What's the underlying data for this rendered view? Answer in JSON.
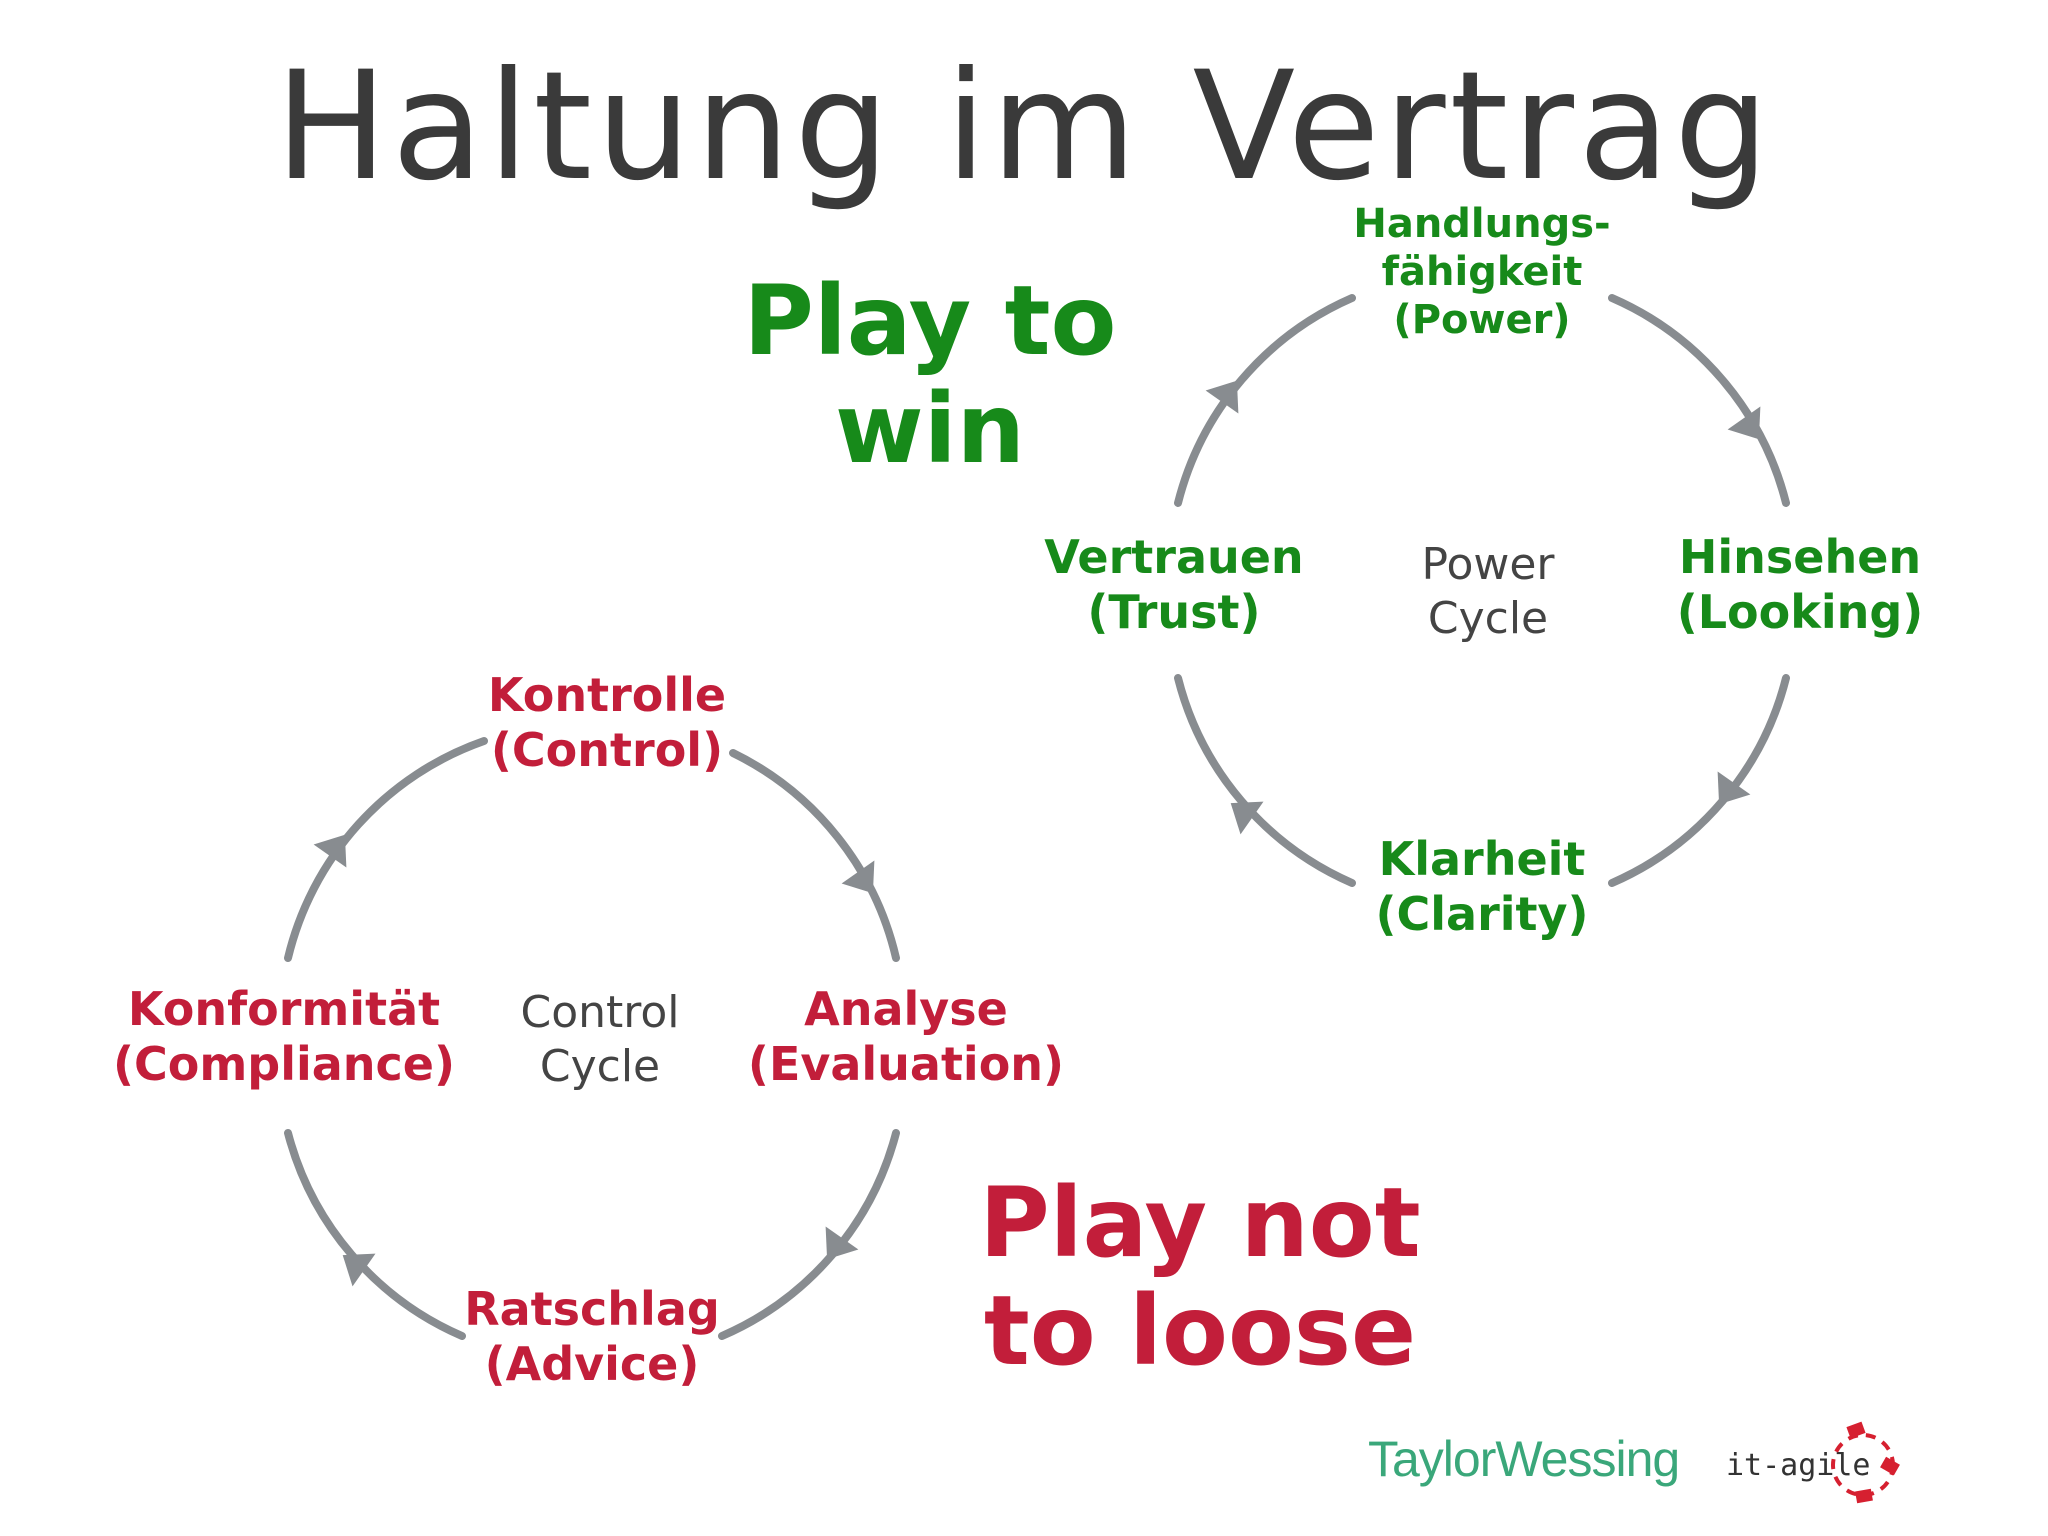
{
  "title": "Haltung im Vertrag",
  "power_cycle": {
    "headline_line1": "Play to",
    "headline_line2": "win",
    "center_line1": "Power",
    "center_line2": "Cycle",
    "top_line1": "Handlungs-",
    "top_line2": "fähigkeit",
    "top_line3": "(Power)",
    "right_line1": "Hinsehen",
    "right_line2": "(Looking)",
    "bottom_line1": "Klarheit",
    "bottom_line2": "(Clarity)",
    "left_line1": "Vertrauen",
    "left_line2": "(Trust)",
    "color": "#178a1a"
  },
  "control_cycle": {
    "headline_line1": "Play not",
    "headline_line2": "to loose",
    "center_line1": "Control",
    "center_line2": "Cycle",
    "top_line1": "Kontrolle",
    "top_line2": "(Control)",
    "right_line1": "Analyse",
    "right_line2": "(Evaluation)",
    "bottom_line1": "Ratschlag",
    "bottom_line2": "(Advice)",
    "left_line1": "Konformität",
    "left_line2": "(Compliance)",
    "color": "#c21e3a"
  },
  "ring_color": "#888c90",
  "logos": {
    "taylor_wessing": "TaylorWessing",
    "it_agile": "it-agile"
  }
}
